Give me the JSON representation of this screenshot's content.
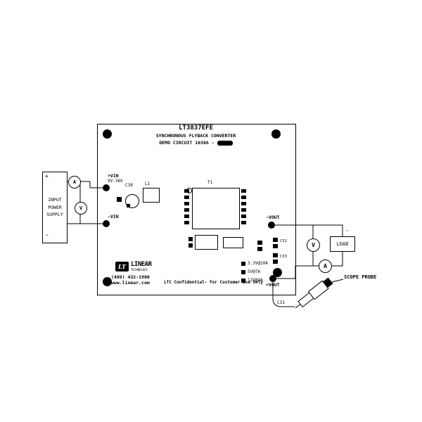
{
  "board": {
    "title": "LT3837EFE",
    "subtitle": "SYNCHRONOUS FLYBACK CONVERTER",
    "demo_circuit": "DEMO CIRCUIT 1038A -",
    "confidential": "LTC Confidential- For Customer Use Only",
    "logo": {
      "mark": "LT",
      "name": "LINEAR",
      "sub": "TECHNOLOGY",
      "phone": "(408) 432-1900",
      "website": "www.linear.com"
    },
    "terminals": {
      "vin_plus": "+VIN",
      "vin_range": "9V-36V",
      "vin_minus": "-VIN",
      "vout_minus": "-VOUT",
      "vout_plus": "+VOUT"
    },
    "components": {
      "c30": "C30",
      "l1": "L1",
      "t1": "T1",
      "c31": "C31",
      "c32": "C32",
      "c33": "C33"
    },
    "jumpers": [
      "3.3V@10A",
      "5V@7A",
      "12V@3A"
    ]
  },
  "external": {
    "supply": {
      "label": "INPUT\nPOWER\nSUPPLY",
      "plus": "+",
      "minus": "-"
    },
    "load": {
      "label": "LOAD",
      "minus": "-"
    },
    "meters": {
      "input_ammeter": "A",
      "input_voltmeter": "V",
      "output_voltmeter": "V",
      "output_ammeter": "A"
    },
    "scope_probe": "SCOPE PROBE"
  }
}
